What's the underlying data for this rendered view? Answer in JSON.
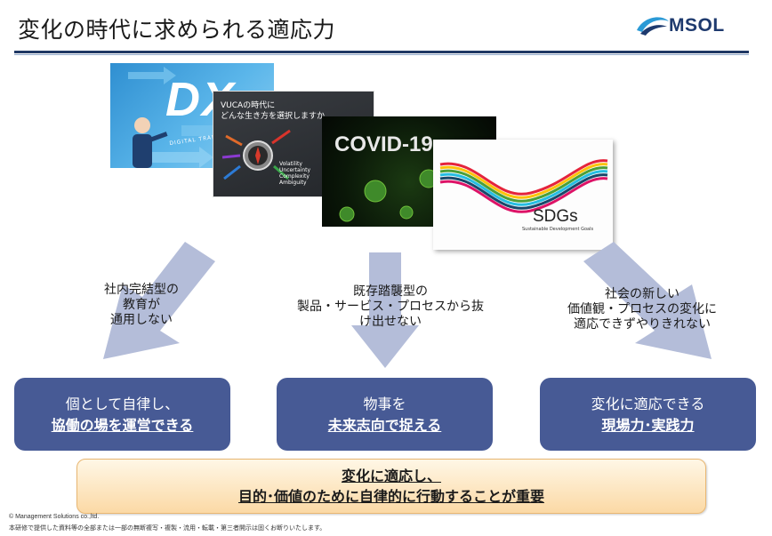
{
  "header": {
    "title": "変化の時代に求められる適応力"
  },
  "logo": {
    "text": "MSOL"
  },
  "images": {
    "dx": {
      "text": "DX",
      "sub": "DIGITAL TRANSFORMATION"
    },
    "vuca": {
      "line1": "VUCAの時代に",
      "line2": "どんな生き方を選択しますか",
      "items": [
        "Volatility",
        "Uncertainty",
        "Complexity",
        "Ambiguity"
      ]
    },
    "covid": {
      "text": "COVID-19"
    },
    "sdg": {
      "title": "SDGs",
      "subtitle": "Sustainable Development Goals"
    }
  },
  "columns": [
    {
      "caption_lines": [
        "社内完結型の",
        "教育が",
        "通用しない"
      ],
      "pill_line1": "個として自律し、",
      "pill_line2": "協働の場を運営できる"
    },
    {
      "caption_lines": [
        "既存踏襲型の",
        "製品・サービス・プロセスから抜",
        "け出せない"
      ],
      "pill_line1": "物事を",
      "pill_line2": "未来志向で捉える"
    },
    {
      "caption_lines": [
        "社会の新しい",
        "価値観・プロセスの変化に",
        "適応できずやりきれない"
      ],
      "pill_line1": "変化に適応できる",
      "pill_line2": "現場力･実践力"
    }
  ],
  "goal": {
    "line1": "変化に適応し、",
    "line2": "目的･価値のために自律的に行動することが重要"
  },
  "footer": {
    "copyright": "© Management Solutions co.,ltd.",
    "notice": "本研修で提供した資料等の全部または一部の無断複写・複製・流用・転載・第三者開示は固くお断りいたします。"
  },
  "colors": {
    "navy": "#1f3864",
    "pill": "#475a95",
    "arrow": "#b4bdd9",
    "goal_fill": "#fbd9a5"
  }
}
